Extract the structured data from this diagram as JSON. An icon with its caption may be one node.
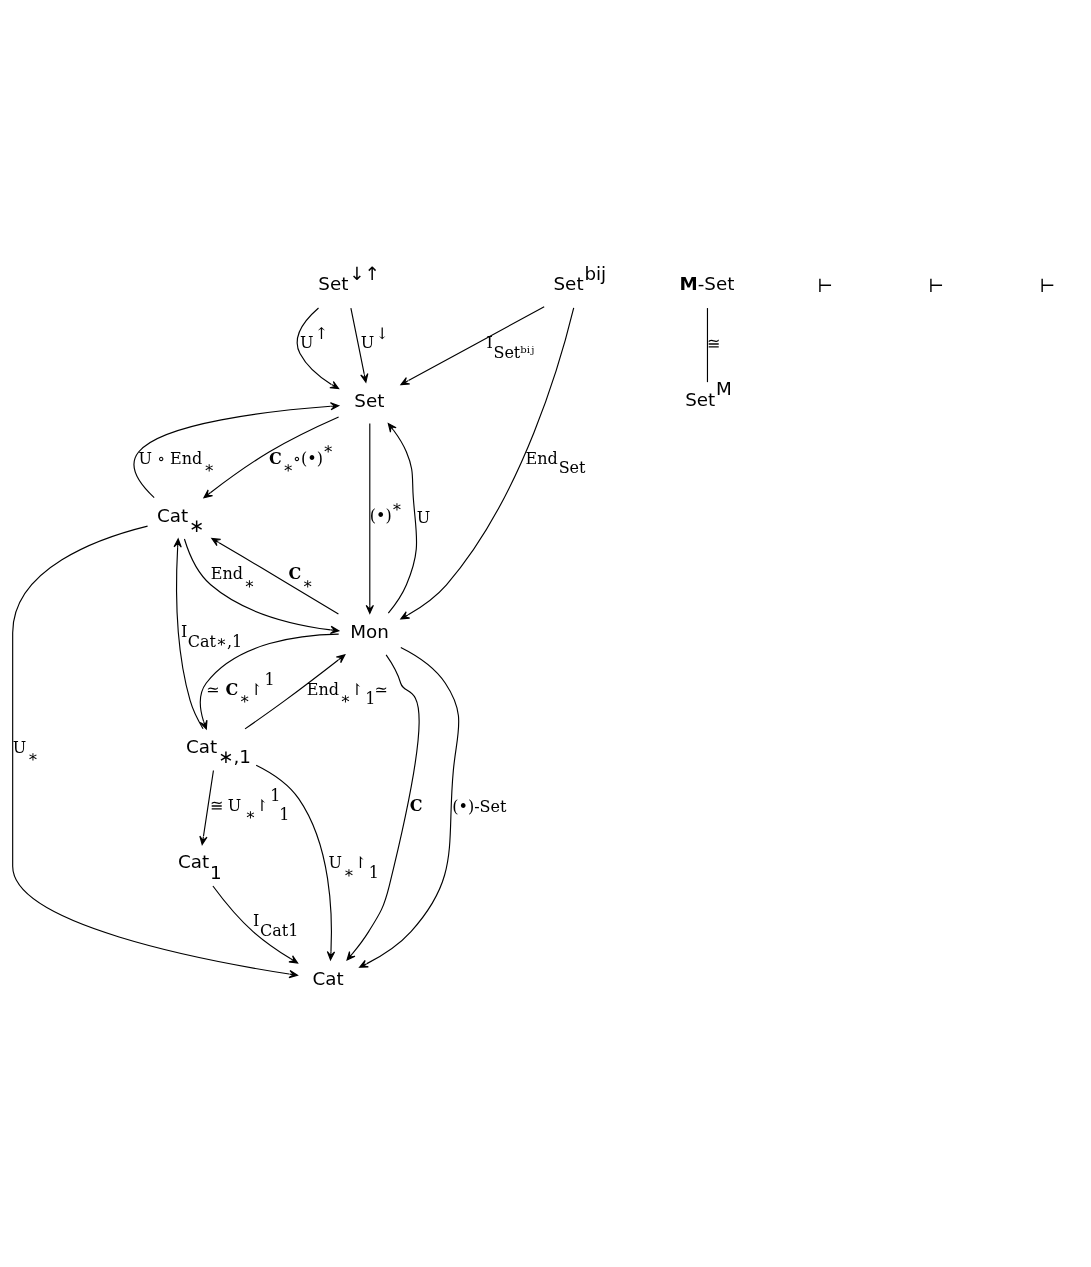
{
  "diagram": {
    "nodes": [
      {
        "text": [
          "Set$^{↓↑}$"
        ]
      },
      {
        "text": [
          "Set"
        ]
      },
      {
        "text": [
          "**M**-Set"
        ]
      },
      {
        "text": [
          "Set$^{M}$"
        ]
      },
      {
        "text": [
          "Set$^{bij}$"
        ]
      },
      {
        "text": [
          "Cat$_{∗}$"
        ]
      },
      {
        "text": [
          "Mon"
        ]
      },
      {
        "text": [
          "Cat$_{∗,1}$"
        ]
      },
      {
        "text": [
          "Cat"
        ]
      },
      {
        "text": [
          "Cat$_{1}$"
        ]
      }
    ],
    "edges": [
      {
        "from": 0,
        "to": 1,
        "arrow": "to",
        "label": "U$^{↑}$"
      },
      {
        "from": 0,
        "to": 1,
        "arrow": "to",
        "label": "U$^{↓}$"
      },
      {
        "from": 2,
        "to": 3,
        "arrow": "none",
        "label": "≅"
      },
      {
        "from": 5,
        "to": 1,
        "arrow": "to",
        "label": "U ∘ End$_{∗}$"
      },
      {
        "from": 1,
        "to": 5,
        "arrow": "to",
        "label": "**C**$_{∗}$∘(•)$^{∗}$"
      },
      {
        "from": 6,
        "to": 1,
        "arrow": "to",
        "label": "U"
      },
      {
        "from": 1,
        "to": 6,
        "arrow": "to",
        "label": "(•)$^{∗}$"
      },
      {
        "from": 4,
        "to": 1,
        "arrow": "to",
        "label": "I$_{Setᵇⁱʲ}$"
      },
      {
        "from": 4,
        "to": 6,
        "arrow": "to",
        "label": "End$_{Set}$"
      },
      {
        "from": 5,
        "to": 6,
        "arrow": "to",
        "label": "End$_{∗}$"
      },
      {
        "from": 6,
        "to": 5,
        "arrow": "to",
        "label": "**C**$_{∗}$"
      },
      {
        "from": 5,
        "to": 8,
        "arrow": "to",
        "label": "U$_{∗}$"
      },
      {
        "from": 7,
        "to": 5,
        "arrow": "to",
        "label": "I$_{Cat∗,1}$"
      },
      {
        "from": 7,
        "to": 6,
        "arrow": "to",
        "label": "End$_{∗}$↾$_{1}$≃"
      },
      {
        "from": 6,
        "to": 7,
        "arrow": "to",
        "label": "≃ **C**$_{∗}$↾$^{1}$"
      },
      {
        "from": 7,
        "to": 8,
        "arrow": "to",
        "label": "U$_{∗}$↾$_{1}$"
      },
      {
        "from": 7,
        "to": 9,
        "arrow": "to",
        "label": "≅ U$_{∗}$↾$^{1}$$_{1}$"
      },
      {
        "from": 9,
        "to": 8,
        "arrow": "to",
        "label": "I$_{Cat1}$"
      },
      {
        "from": 6,
        "to": 8,
        "arrow": "to",
        "label": "**C**"
      },
      {
        "from": 6,
        "to": 8,
        "arrow": "to",
        "label": "(•)-Set"
      }
    ],
    "labels": [
      "⊢",
      "⊢",
      "⊢"
    ]
  }
}
